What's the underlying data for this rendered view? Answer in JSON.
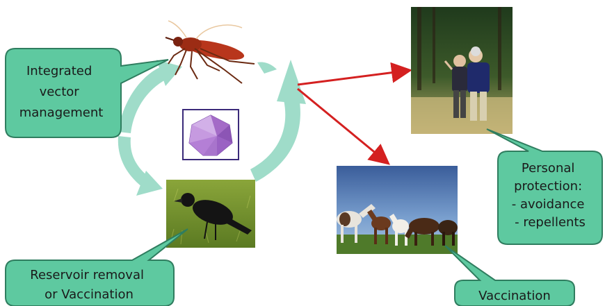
{
  "callouts": {
    "ivm": [
      "Integrated",
      "vector",
      "management"
    ],
    "reservoir": [
      "Reservoir removal",
      "or Vaccination"
    ],
    "personal": [
      "Personal",
      "protection:",
      "- avoidance",
      "- repellents"
    ],
    "vaccination": [
      "Vaccination"
    ]
  },
  "images": {
    "mosquito": "mosquito-image",
    "virus": "virus-icosahedron-icon",
    "bird": "bird-photo",
    "people": "elderly-couple-photo",
    "horses": "horses-photo"
  },
  "colors": {
    "callout_fill": "#5ec9a0",
    "callout_stroke": "#2f7d5f",
    "cycle_arrow": "#9fdcc9",
    "transmission_arrow": "#d42020",
    "virus": "#a46bc7"
  }
}
